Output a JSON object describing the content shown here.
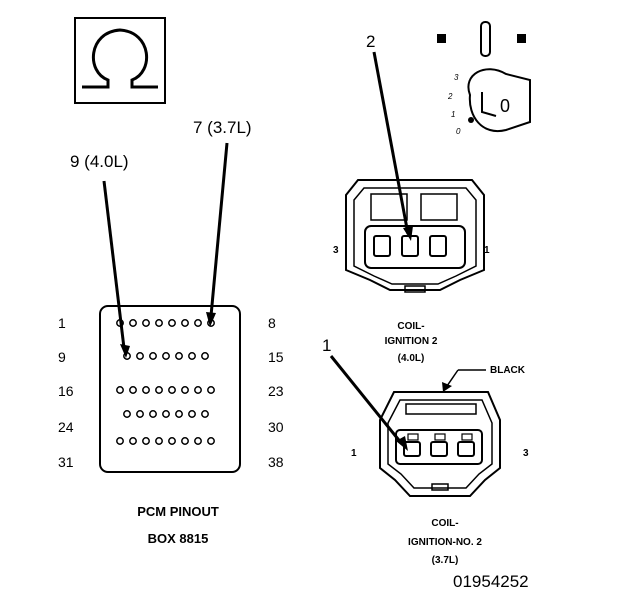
{
  "symbol": "Ω",
  "pcm": {
    "row_labels_left": [
      "1",
      "9",
      "16",
      "24",
      "31"
    ],
    "row_labels_right": [
      "8",
      "15",
      "23",
      "30",
      "38"
    ],
    "caption_line1": "PCM PINOUT",
    "caption_line2": "BOX 8815"
  },
  "pin_labels": {
    "pin9": "9 (4.0L)",
    "pin7": "7 (3.7L)"
  },
  "callouts": {
    "upper": "2",
    "lower": "1"
  },
  "key_switch": {
    "positions": [
      "3",
      "2",
      "1",
      "0"
    ],
    "key_label": "0"
  },
  "coil_upper": {
    "side_left": "3",
    "side_right": "1",
    "caption_line1": "COIL-",
    "caption_line2": "IGNITION 2",
    "caption_line3": "(4.0L)"
  },
  "coil_lower": {
    "side_left": "1",
    "side_right": "3",
    "wire_color": "BLACK",
    "caption_line1": "COIL-",
    "caption_line2": "IGNITION-NO. 2",
    "caption_line3": "(3.7L)"
  },
  "figure_id": "01954252"
}
